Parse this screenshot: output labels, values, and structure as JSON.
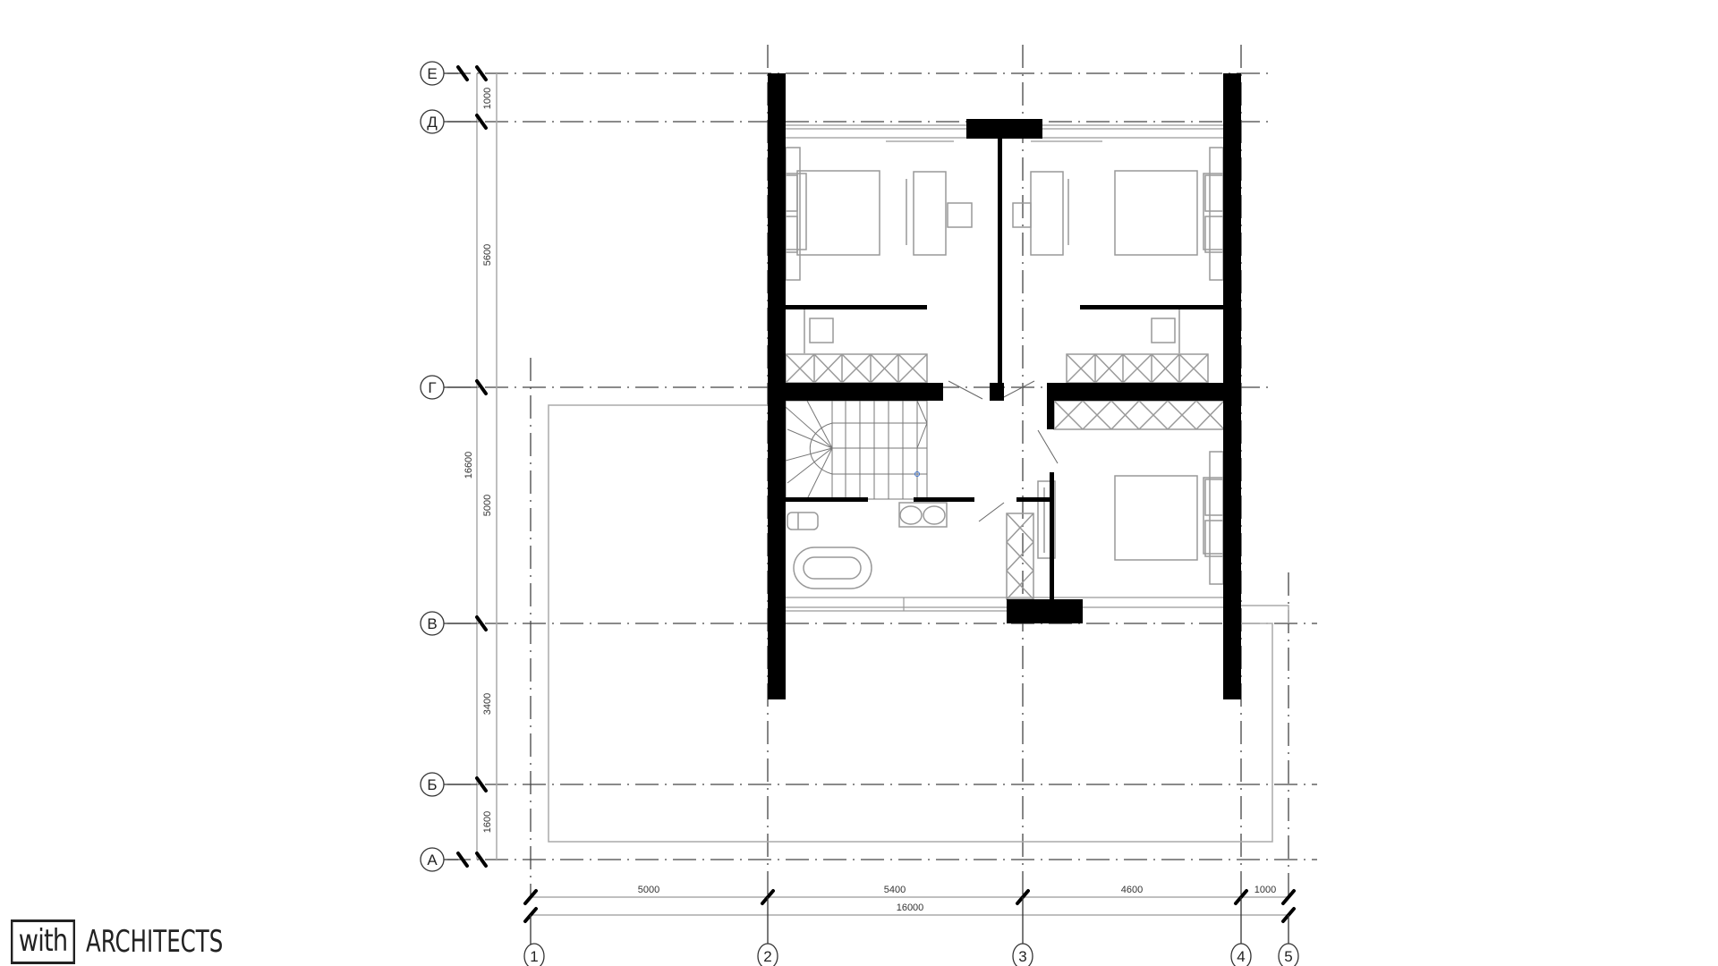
{
  "drawing": {
    "type": "floor_plan",
    "description": "Second floor plan with three bedrooms, bathroom, staircase and terrace",
    "colors": {
      "wall": "#000000",
      "furniture": "#999999",
      "axis_line": "#444444",
      "dimension_line": "#aaaaaa",
      "marker": "#0066cc"
    }
  },
  "axes": {
    "rows": [
      {
        "label": "Е"
      },
      {
        "label": "Д"
      },
      {
        "label": "Г"
      },
      {
        "label": "В"
      },
      {
        "label": "Б"
      },
      {
        "label": "А"
      }
    ],
    "columns": [
      {
        "label": "1"
      },
      {
        "label": "2"
      },
      {
        "label": "3"
      },
      {
        "label": "4"
      },
      {
        "label": "5"
      }
    ]
  },
  "dimensions": {
    "vertical_chain": [
      "1000",
      "5600",
      "5000",
      "3400",
      "1600"
    ],
    "vertical_total": "16600",
    "horizontal_chain": [
      "5000",
      "5400",
      "4600",
      "1000"
    ],
    "horizontal_total": "16000"
  },
  "rooms": [
    {
      "name": "bedroom-1",
      "position": "top-left"
    },
    {
      "name": "bedroom-2",
      "position": "top-right"
    },
    {
      "name": "bedroom-3",
      "position": "bottom-right"
    },
    {
      "name": "bathroom",
      "position": "bottom-left"
    },
    {
      "name": "staircase",
      "position": "center-left"
    },
    {
      "name": "terrace",
      "position": "left-and-bottom"
    }
  ],
  "logo": {
    "box_text": "with",
    "text": "ARCHITECTS"
  }
}
